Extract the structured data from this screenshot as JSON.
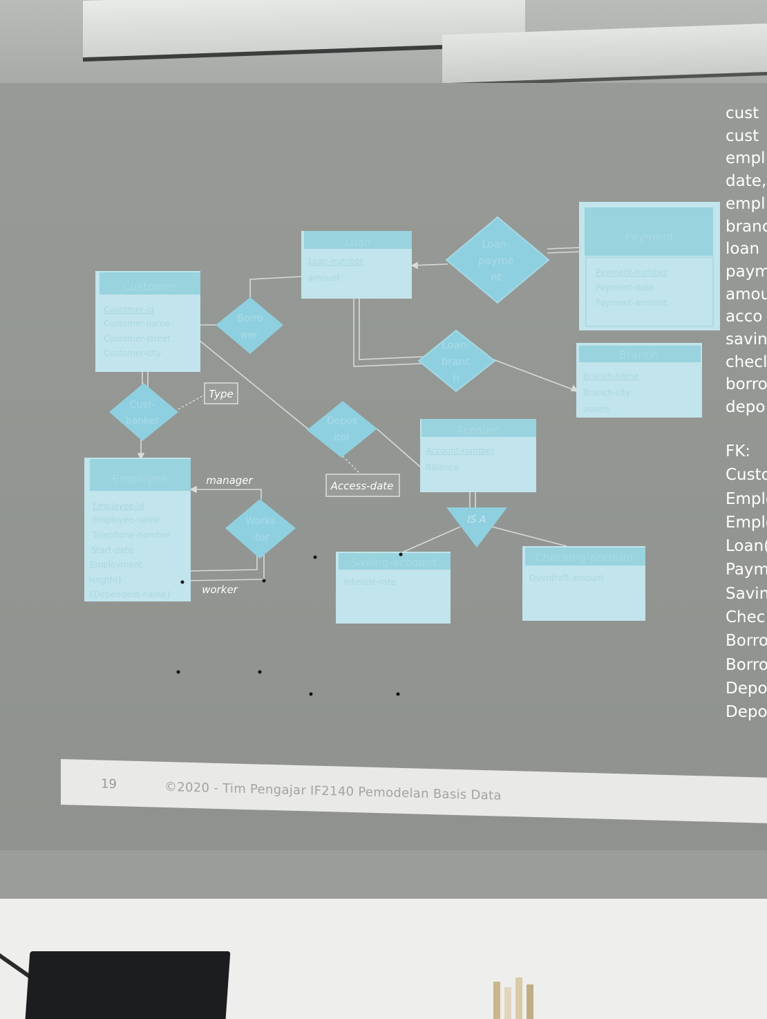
{
  "entities": {
    "customer": {
      "title": "Customer",
      "attrs": [
        "Customer-id",
        "Customer-name",
        "Customer-street",
        "Customer-city"
      ]
    },
    "loan": {
      "title": "Loan",
      "attrs": [
        "Loan-number",
        "amount"
      ]
    },
    "payment": {
      "title": "Payment",
      "attrs": [
        "Payment-number",
        "Payment-date",
        "Payment-amount"
      ]
    },
    "branch": {
      "title": "Branch",
      "attrs": [
        "Branch-name",
        "Branch-city",
        "assets"
      ]
    },
    "account": {
      "title": "Account",
      "attrs": [
        "Account-number",
        "Balance"
      ]
    },
    "employee": {
      "title": "Employee",
      "attrs": [
        "Employee-id",
        "Employee-name",
        "Telephone-number",
        "Start-date",
        "Employment-",
        "length()",
        "{Dependent-name}"
      ]
    },
    "saving": {
      "title": "Saving-account",
      "attrs": [
        "Interest-rate"
      ]
    },
    "checking": {
      "title": "Checking-account",
      "attrs": [
        "Overdraft-amount"
      ]
    }
  },
  "relationships": {
    "borrower": [
      "Borro",
      "wer"
    ],
    "loan_payment": [
      "Loan-",
      "payme",
      "nt"
    ],
    "loan_branch": [
      "Loan-",
      "branc",
      "h"
    ],
    "depositor": [
      "Depos",
      "itor"
    ],
    "cust_banker": [
      "Cust-",
      "banker"
    ],
    "works_for": [
      "Works",
      "-for"
    ],
    "isa": "IS A"
  },
  "attribute_boxes": {
    "type": "Type",
    "access_date": "Access-date"
  },
  "role_labels": {
    "manager": "manager",
    "worker": "worker"
  },
  "right_text": {
    "lines": [
      "cust",
      "cust",
      "empl",
      "date,",
      "empl",
      "branc",
      "loan",
      "paym",
      "amou",
      "acco",
      "savin",
      "checl",
      "borro",
      "depo"
    ],
    "fk_header": "FK:",
    "fk_lines": [
      "Custo",
      "Emplo",
      "Emplo",
      "Loan(",
      "Paym",
      "Savin",
      "Chec",
      "Borro",
      "Borro",
      "Depo",
      "Depo"
    ]
  },
  "footer": {
    "page_number": "19",
    "text": "©2020 - Tim Pengajar IF2140 Pemodelan Basis Data"
  },
  "colors": {
    "entity_fill": "#c2e4ec",
    "entity_header": "#98d3de",
    "relationship_fill": "#8fd0e0",
    "text_on_fill": "#a9dbe6"
  }
}
